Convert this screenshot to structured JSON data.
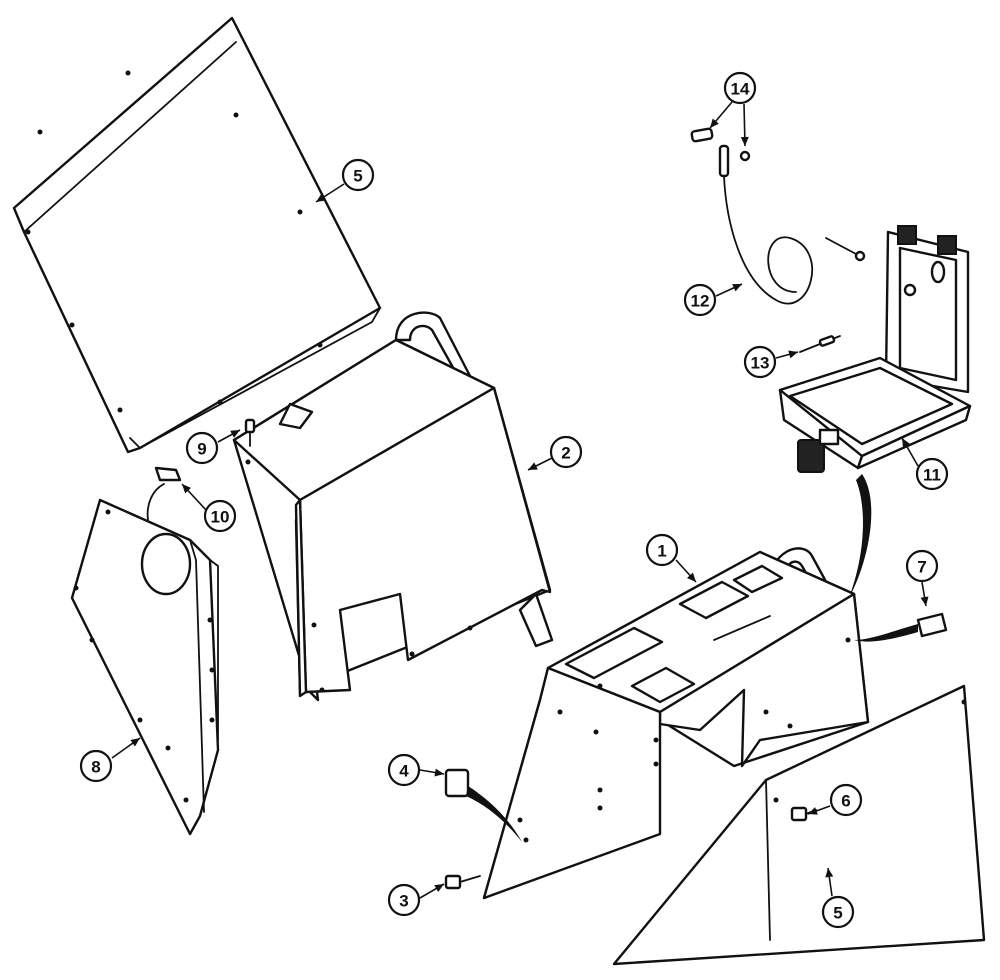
{
  "callouts": [
    {
      "id": "c5a",
      "label": "5"
    },
    {
      "id": "c14",
      "label": "14"
    },
    {
      "id": "c12",
      "label": "12"
    },
    {
      "id": "c13",
      "label": "13"
    },
    {
      "id": "c11",
      "label": "11"
    },
    {
      "id": "c9",
      "label": "9"
    },
    {
      "id": "c2",
      "label": "2"
    },
    {
      "id": "c10",
      "label": "10"
    },
    {
      "id": "c1",
      "label": "1"
    },
    {
      "id": "c7",
      "label": "7"
    },
    {
      "id": "c8",
      "label": "8"
    },
    {
      "id": "c4",
      "label": "4"
    },
    {
      "id": "c6",
      "label": "6"
    },
    {
      "id": "c3",
      "label": "3"
    },
    {
      "id": "c5b",
      "label": "5"
    }
  ],
  "colors": {
    "line": "#111111",
    "paper": "#ffffff"
  }
}
